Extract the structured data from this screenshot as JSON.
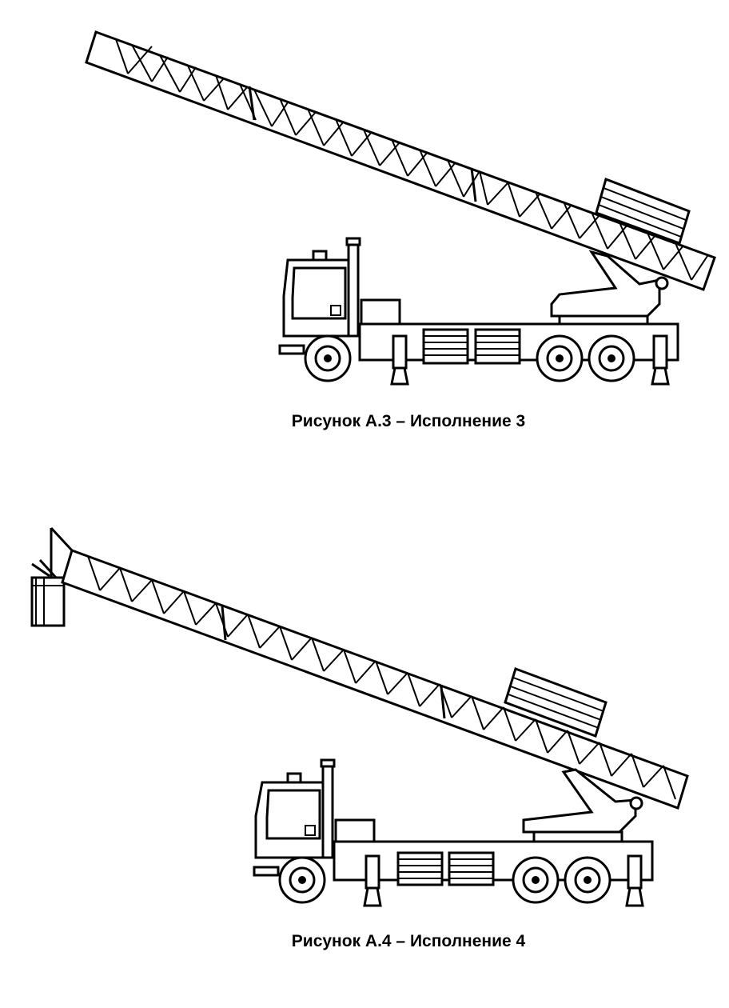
{
  "figures": [
    {
      "id": "A3",
      "caption": "Рисунок А.3 – Исполнение 3"
    },
    {
      "id": "A4",
      "caption": "Рисунок А.4 – Исполнение 4"
    }
  ],
  "colors": {
    "ink": "#000000",
    "paper": "#ffffff"
  },
  "icons": [
    "truck-crane-drawing",
    "lattice-boom",
    "work-platform-basket"
  ]
}
